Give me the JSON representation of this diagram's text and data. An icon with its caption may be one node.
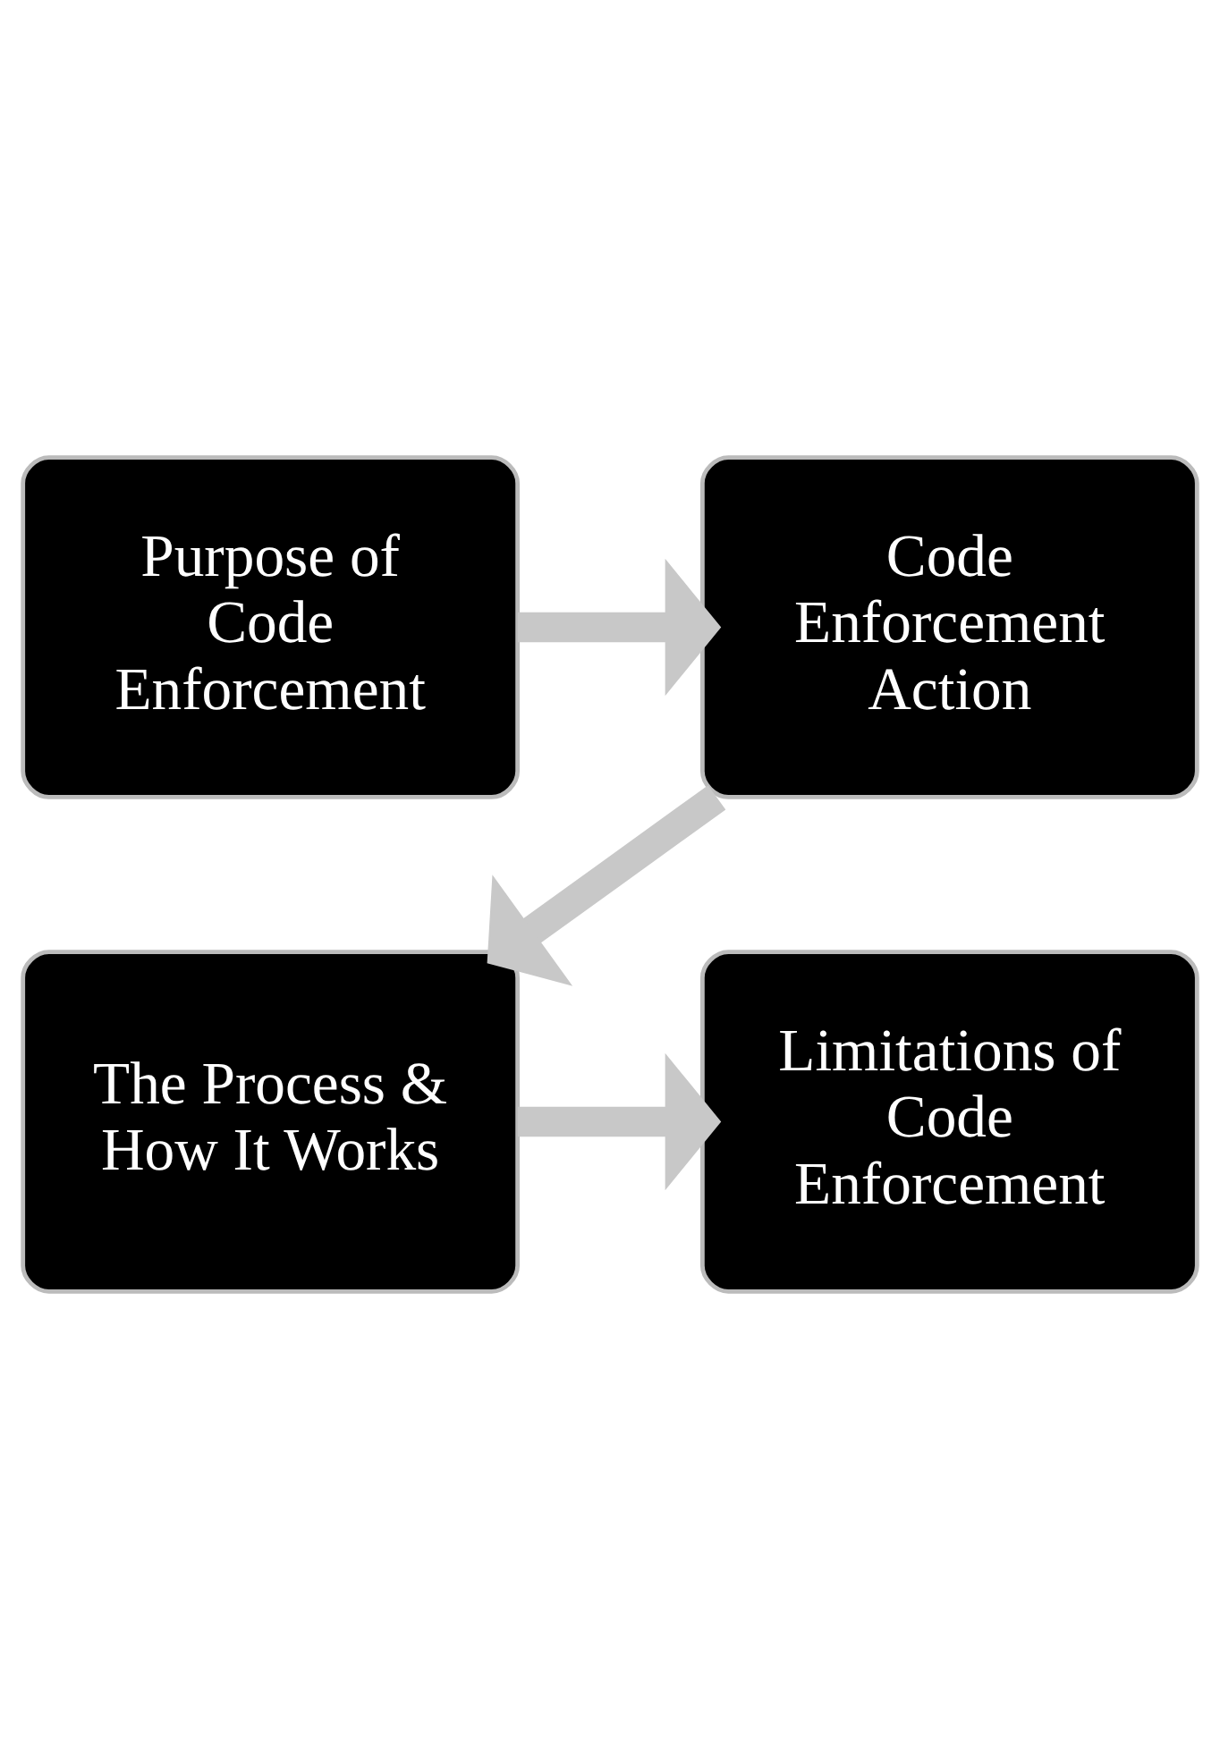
{
  "diagram": {
    "nodes": [
      {
        "text": [
          "Purpose of Code Enforcement"
        ]
      },
      {
        "text": [
          "Code Enforcement Action"
        ]
      },
      {
        "text": [
          "The Process & How It Works"
        ]
      },
      {
        "text": [
          "Limitations of Code Enforcement"
        ]
      }
    ],
    "edges": [
      {
        "from": 0,
        "to": 1,
        "arrow": "to"
      },
      {
        "from": 1,
        "to": 2,
        "arrow": "to"
      },
      {
        "from": 2,
        "to": 3,
        "arrow": "to"
      }
    ]
  }
}
